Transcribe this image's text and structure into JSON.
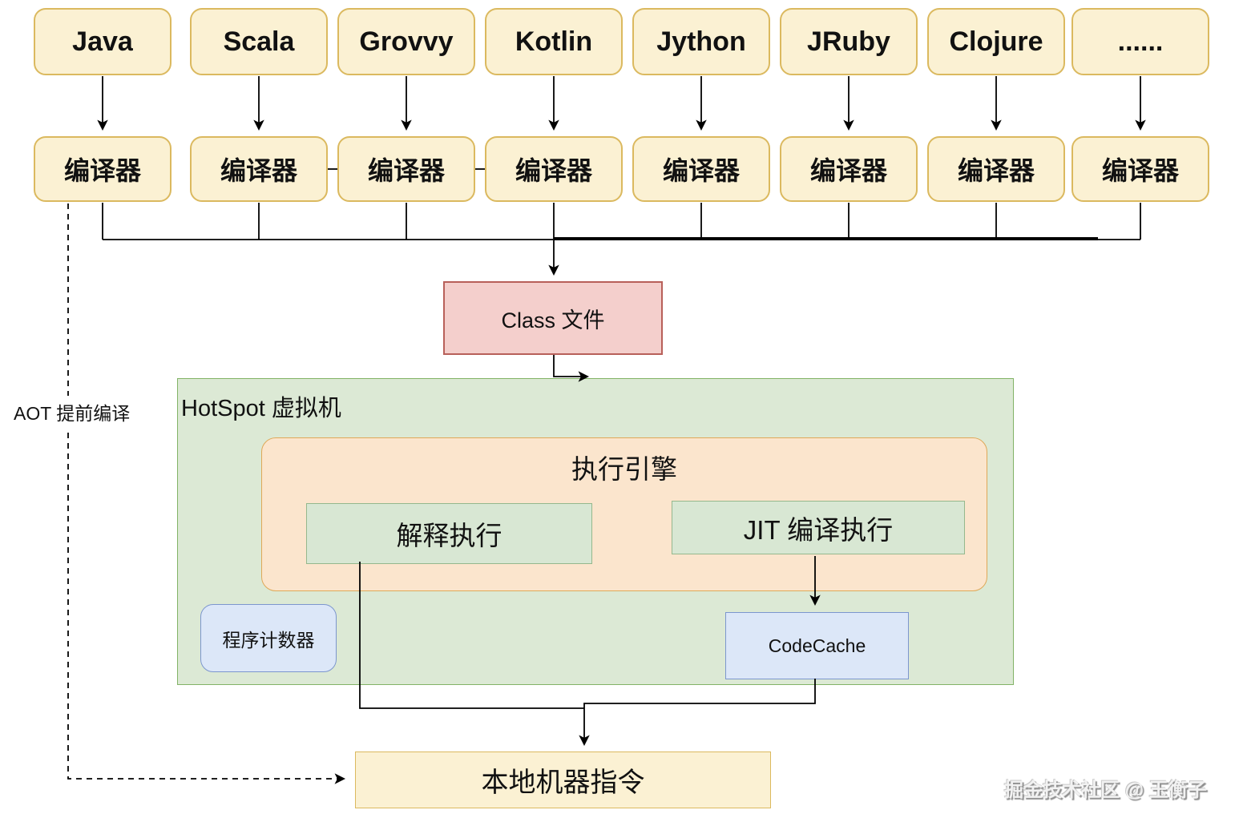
{
  "languages": [
    "Java",
    "Scala",
    "Grovvy",
    "Kotlin",
    "Jython",
    "JRuby",
    "Clojure",
    "......"
  ],
  "compilers": [
    "编译器",
    "编译器",
    "编译器",
    "编译器",
    "编译器",
    "编译器",
    "编译器",
    "编译器"
  ],
  "class_file": {
    "label": "Class 文件"
  },
  "hotspot": {
    "title": "HotSpot 虚拟机",
    "engine": {
      "title": "执行引擎",
      "interpreted": "解释执行",
      "jit": "JIT 编译执行"
    },
    "pc_register": "程序计数器",
    "codecache": "CodeCache"
  },
  "native": {
    "label": "本地机器指令"
  },
  "aot": {
    "label": "AOT 提前编译"
  },
  "watermark": "掘金技术社区 @ 玉衡子",
  "colors": {
    "yellow_fill": "#FBF1D3",
    "yellow_border": "#DBB95F",
    "red_fill": "#F4CFCC",
    "red_border": "#B8605A",
    "green_fill": "#DCE9D5",
    "green_border": "#82B366",
    "inner_green_fill": "#D8E7D3",
    "inner_green_border": "#95B88D",
    "orange_fill": "#FBE5CD",
    "orange_border": "#DFA858",
    "blue_fill": "#DCE7F8",
    "blue_border": "#7C96CE",
    "line": "#000000"
  }
}
